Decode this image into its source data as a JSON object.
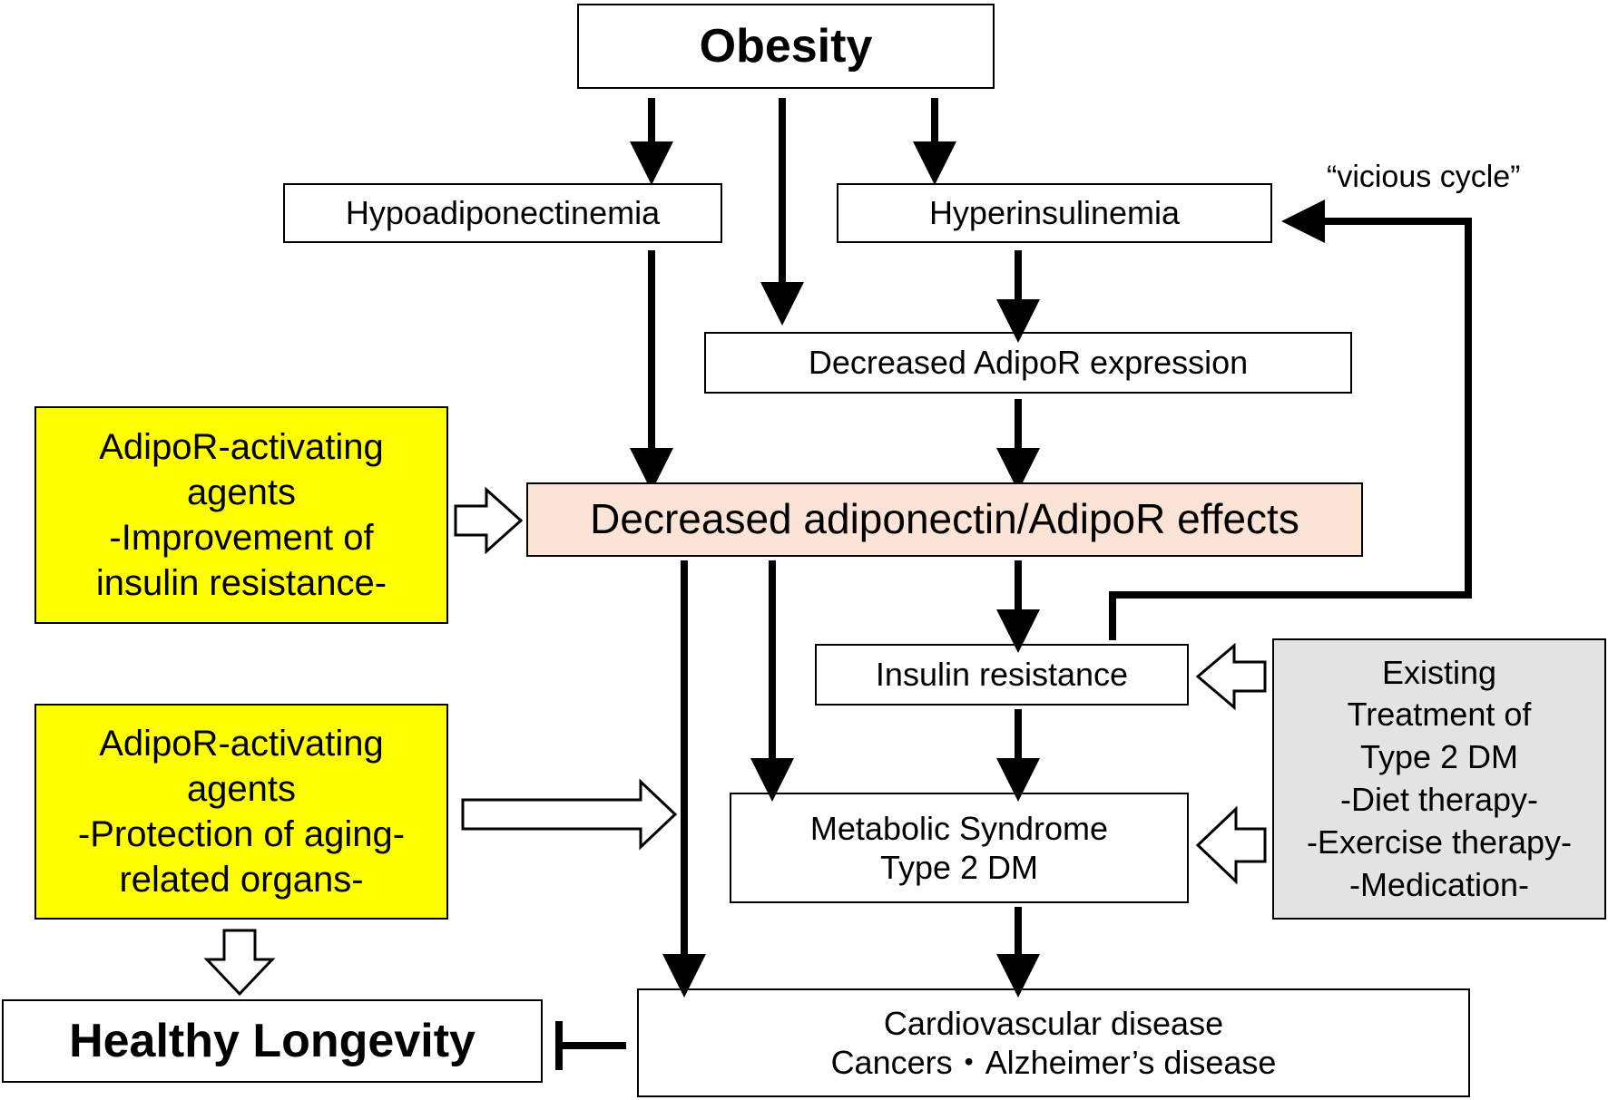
{
  "nodes": {
    "obesity": "Obesity",
    "hypoadiponectinemia": "Hypoadiponectinemia",
    "hyperinsulinemia": "Hyperinsulinemia",
    "decreased_adipor_expression": "Decreased AdipoR expression",
    "decreased_effects": "Decreased adiponectin/AdipoR effects",
    "insulin_resistance": "Insulin resistance",
    "metabolic_syndrome": [
      "Metabolic Syndrome",
      "Type 2 DM"
    ],
    "diseases": [
      "Cardiovascular disease",
      "Cancers・Alzheimer’s disease"
    ],
    "healthy_longevity": "Healthy Longevity",
    "agents_insulin": [
      "AdipoR-activating",
      "agents",
      "-Improvement of",
      "insulin resistance-"
    ],
    "agents_aging": [
      "AdipoR-activating",
      "agents",
      "-Protection of aging-",
      "related organs-"
    ],
    "existing_treatment": [
      "Existing",
      "Treatment of",
      "Type 2 DM",
      "-Diet therapy-",
      "-Exercise therapy-",
      "-Medication-"
    ]
  },
  "labels": {
    "vicious_cycle": "“vicious cycle”"
  },
  "colors": {
    "agent_box": "#ffff00",
    "effects_box": "#fbe4d5",
    "treatment_box": "#e3e3e3",
    "arrow": "#000000"
  }
}
